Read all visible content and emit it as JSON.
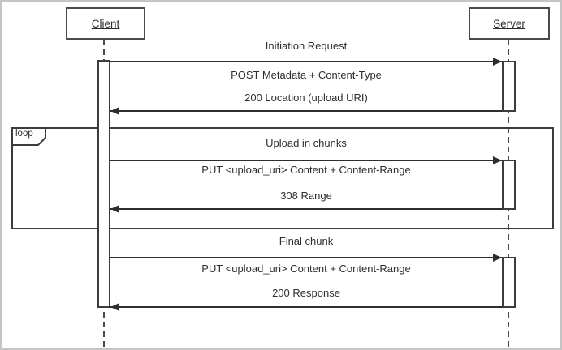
{
  "diagram": {
    "type": "uml-sequence",
    "actors": [
      {
        "label": "Client"
      },
      {
        "label": "Server"
      }
    ],
    "loop_fragment": {
      "operator": "loop"
    },
    "sections": [
      {
        "title": "Initiation Request",
        "request": "POST Metadata + Content-Type",
        "response": "200 Location (upload URI)",
        "in_loop": false
      },
      {
        "title": "Upload in chunks",
        "request": "PUT <upload_uri> Content + Content-Range",
        "response": "308 Range",
        "in_loop": true
      },
      {
        "title": "Final chunk",
        "request": "PUT <upload_uri> Content + Content-Range",
        "response": "200 Response",
        "in_loop": false
      }
    ],
    "colors": {
      "line": "#2e2e2e",
      "box_border": "#4a4a4a",
      "text": "#2e2e2e",
      "background": "#ffffff",
      "frame_border": "#c5c5c5"
    }
  }
}
